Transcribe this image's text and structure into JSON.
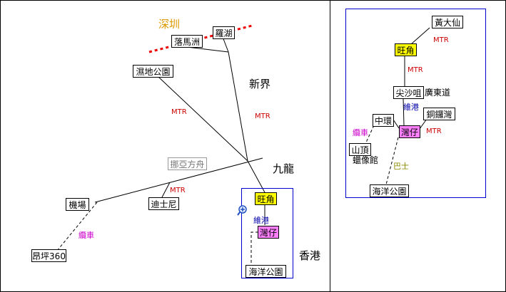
{
  "main_map": {
    "regions": {
      "shenzhen": "深圳",
      "new_territories": "新界",
      "kowloon": "九龍",
      "hong_kong": "香港"
    },
    "stations": {
      "lo_wu": "羅湖",
      "lok_ma_chau": "落馬洲",
      "wetland_park": "濕地公園",
      "noahs_ark": "挪亞方舟",
      "tung_chung": "機場",
      "disney": "迪士尼",
      "ngong_ping": "昂坪360",
      "mong_kok": "旺角",
      "wan_chai": "灣仔",
      "ocean_park": "海洋公園"
    },
    "line_labels": {
      "mtr_main": "MTR",
      "mtr_disney": "MTR",
      "cable_car": "纜車",
      "harbour": "維港"
    }
  },
  "inset_map": {
    "stations": {
      "wong_tai_sin": "黃大仙",
      "mong_kok": "旺角",
      "tsim_sha_tsui": "尖沙咀",
      "canton_road": "廣東道",
      "central": "中環",
      "causeway_bay": "銅鑼灣",
      "wan_chai": "灣仔",
      "the_peak": "山頂",
      "wax_museum": "蠟像館",
      "ocean_park": "海洋公園"
    },
    "line_labels": {
      "mtr_top": "MTR",
      "mtr_mid": "MTR",
      "mtr_right": "MTR",
      "harbour": "維港",
      "cable_car": "纜車",
      "bus": "巴士"
    }
  },
  "colors": {
    "mtr_label": "#cc0000",
    "cable_car_label": "#cc00cc",
    "harbour_label": "#0000aa",
    "bus_label": "#888800",
    "region_shenzhen": "#dd9900",
    "border_line": "#ee0000",
    "highlight_yellow": "#ffff00",
    "highlight_magenta": "#ff80ff",
    "inset_frame": "#0000cc",
    "noahs_ark_text": "#777777"
  },
  "icons": {
    "zoom": "magnifier-plus-icon"
  }
}
